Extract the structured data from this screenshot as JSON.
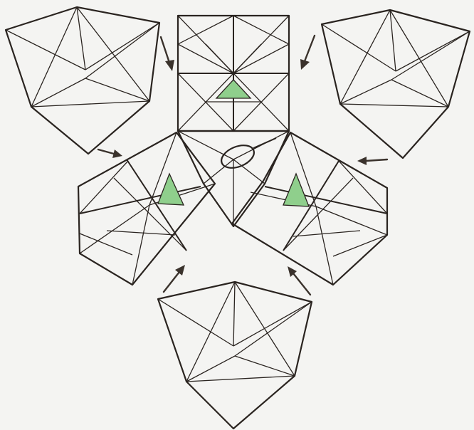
{
  "figure": {
    "labels": [],
    "colors": {
      "background": "#f4f4f2",
      "green_fill": "#8fcf8c",
      "green_highlight": "#c6eac2",
      "green_shadow": "#6fb56d",
      "pattern_fill": "#a9d9a4",
      "pattern_dot": "#ffffff",
      "line": "#2a2420"
    },
    "units": [
      {
        "name": "top-left-triangle-unit",
        "kind": "folded-triangle-module"
      },
      {
        "name": "top-right-triangle-unit",
        "kind": "folded-triangle-module"
      },
      {
        "name": "bottom-triangle-unit",
        "kind": "folded-triangle-module"
      },
      {
        "name": "top-square-unit",
        "kind": "patterned-square-module"
      },
      {
        "name": "left-square-unit",
        "kind": "patterned-square-module"
      },
      {
        "name": "right-square-unit",
        "kind": "patterned-square-module"
      },
      {
        "name": "center-triangle-unit",
        "kind": "folded-triangle-module"
      }
    ],
    "arrows": [
      {
        "name": "arrow-top-left"
      },
      {
        "name": "arrow-top-right"
      },
      {
        "name": "arrow-mid-left"
      },
      {
        "name": "arrow-mid-right"
      },
      {
        "name": "arrow-bottom-left"
      },
      {
        "name": "arrow-bottom-right"
      }
    ],
    "highlight": {
      "name": "oval-marker"
    }
  }
}
